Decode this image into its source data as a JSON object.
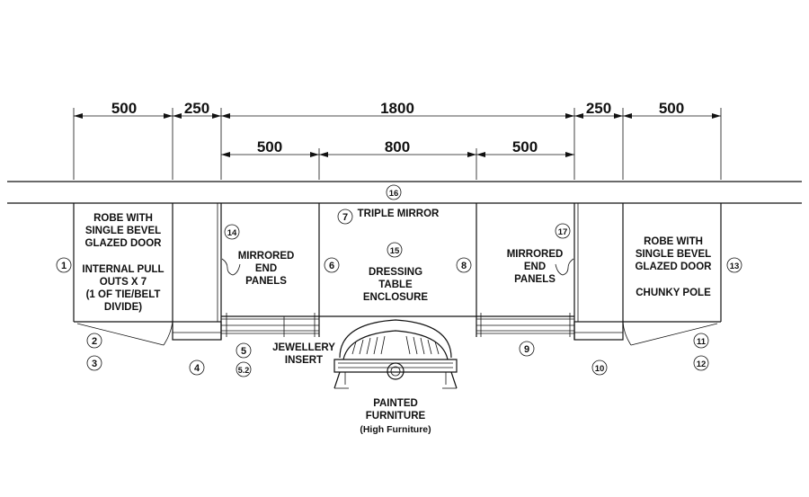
{
  "dimensions": {
    "top_row": [
      "500",
      "250",
      "1800",
      "250",
      "500"
    ],
    "second_row": [
      "500",
      "800",
      "500"
    ]
  },
  "labels": {
    "left_robe": [
      "ROBE WITH",
      "SINGLE BEVEL",
      "GLAZED DOOR",
      "",
      "INTERNAL PULL",
      "OUTS  X 7",
      "(1 OF TIE/BELT",
      "DIVIDE)"
    ],
    "left_mirrored": [
      "MIRRORED",
      "END",
      "PANELS"
    ],
    "triple_mirror": "TRIPLE MIRROR",
    "dressing": [
      "DRESSING",
      "TABLE",
      "ENCLOSURE"
    ],
    "right_mirrored": [
      "MIRRORED",
      "END",
      "PANELS"
    ],
    "right_robe": [
      "ROBE WITH",
      "SINGLE BEVEL",
      "GLAZED DOOR",
      "",
      "CHUNKY POLE"
    ],
    "jewellery": [
      "JEWELLERY",
      "INSERT"
    ],
    "painted": [
      "PAINTED",
      "FURNITURE",
      "(High Furniture)"
    ]
  },
  "callouts": {
    "c1": "1",
    "c2": "2",
    "c3": "3",
    "c4": "4",
    "c5": "5",
    "c5_2": "5.2",
    "c6": "6",
    "c7": "7",
    "c8": "8",
    "c9": "9",
    "c10": "10",
    "c11": "11",
    "c12": "12",
    "c13": "13",
    "c14": "14",
    "c15": "15",
    "c16": "16",
    "c17": "17"
  }
}
